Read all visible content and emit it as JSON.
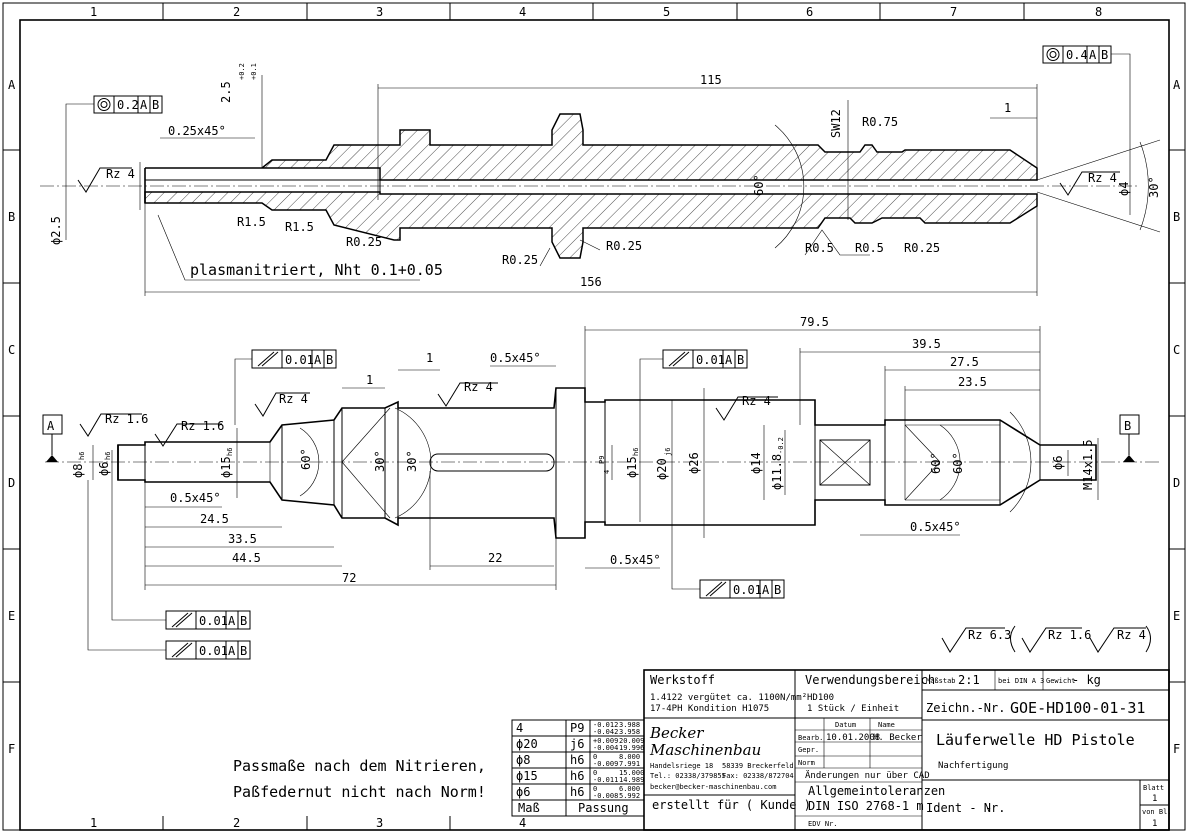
{
  "grid": {
    "cols": [
      "1",
      "2",
      "3",
      "4",
      "5",
      "6",
      "7",
      "8"
    ],
    "rows": [
      "A",
      "B",
      "C",
      "D",
      "E",
      "F"
    ]
  },
  "top_view": {
    "tol_top_right": {
      "symbol": "concentricity-icon",
      "value": "0.4",
      "datum1": "A",
      "datum2": "B"
    },
    "tol_top_left": {
      "symbol": "concentricity-icon",
      "value": "0.2",
      "datum1": "A",
      "datum2": "B"
    },
    "dims": {
      "d115": "115",
      "d1": "1",
      "d156": "156",
      "d25": "ϕ2.5",
      "dchamfer": "0.25x45°",
      "dtol": "2.5",
      "dtol_up": "+0.2",
      "dtol_lo": "+0.1",
      "sw": "SW12",
      "r075": "R0.75",
      "angle60": "60°",
      "angle30": "30°",
      "phi4": "ϕ4",
      "r15a": "R1.5",
      "r15b": "R1.5",
      "r025a": "R0.25",
      "r025b": "R0.25",
      "r025c": "R0.25",
      "r025d": "R0.25",
      "r05a": "R0.5",
      "r05b": "R0.5",
      "rz_left": "Rz 4",
      "rz_right": "Rz 4"
    },
    "note": "plasmanitriert, Nht 0.1+0.05"
  },
  "bottom_view": {
    "datum_a": "A",
    "datum_b": "B",
    "tol_top": {
      "symbol": "runout-icon",
      "value": "0.01",
      "datum1": "A",
      "datum2": "B"
    },
    "tol_mid": {
      "symbol": "runout-icon",
      "value": "0.01",
      "datum1": "A",
      "datum2": "B"
    },
    "tol_low": {
      "symbol": "runout-icon",
      "value": "0.01",
      "datum1": "A",
      "datum2": "B"
    },
    "tol_e1": {
      "symbol": "runout-icon",
      "value": "0.01",
      "datum1": "A",
      "datum2": "B"
    },
    "tol_e2": {
      "symbol": "runout-icon",
      "value": "0.01",
      "datum1": "A",
      "datum2": "B"
    },
    "rz": {
      "r1": "Rz 1.6",
      "r2": "Rz 1.6",
      "r3": "Rz 4",
      "r4": "Rz 4",
      "r5": "Rz 4"
    },
    "dims": {
      "d795": "79.5",
      "d395": "39.5",
      "d275": "27.5",
      "d235": "23.5",
      "d1a": "1",
      "d1b": "1",
      "d05a": "0.5x45°",
      "d05b": "0.5x45°",
      "d05c": "0.5x45°",
      "d05d": "0.5x45°",
      "d245": "24.5",
      "d335": "33.5",
      "d445": "44.5",
      "d72": "72",
      "d22": "22",
      "phi8": "ϕ8",
      "h6a": "h6",
      "phi6": "ϕ6",
      "h6b": "h6",
      "phi15": "ϕ15",
      "h6c": "h6",
      "a60a": "60°",
      "a30a": "30°",
      "a30b": "30°",
      "p9": "P9",
      "p4": "4",
      "phi15b": "ϕ15",
      "h6d": "h6",
      "phi20": "ϕ20",
      "j6": "j6",
      "phi26": "ϕ26",
      "phi14": "ϕ14",
      "phi118": "ϕ11.8",
      "phi118tol": "-0.2",
      "a60b": "60°",
      "a60c": "60°",
      "phi6b": "ϕ6",
      "m14": "M14x1.5"
    }
  },
  "surface_summary": {
    "main": "Rz 6.3",
    "s1": "Rz 1.6",
    "s2": "Rz 4"
  },
  "fit_table": {
    "rows": [
      {
        "size": "4",
        "fit": "P9",
        "dev_up": "-0.012",
        "dev_lo": "-0.042",
        "lim_up": "3.988",
        "lim_lo": "3.958"
      },
      {
        "size": "ϕ20",
        "fit": "j6",
        "dev_up": "+0.009",
        "dev_lo": "-0.004",
        "lim_up": "20.009",
        "lim_lo": "19.996"
      },
      {
        "size": "ϕ8",
        "fit": "h6",
        "dev_up": "0",
        "dev_lo": "-0.009",
        "lim_up": "8.000",
        "lim_lo": "7.991"
      },
      {
        "size": "ϕ15",
        "fit": "h6",
        "dev_up": "0",
        "dev_lo": "-0.011",
        "lim_up": "15.000",
        "lim_lo": "14.989"
      },
      {
        "size": "ϕ6",
        "fit": "h6",
        "dev_up": "0",
        "dev_lo": "-0.008",
        "lim_up": "6.000",
        "lim_lo": "5.992"
      }
    ],
    "head_mass": "Maß",
    "head_fit": "Passung"
  },
  "notes": {
    "line1": "Passmaße nach dem Nitrieren,",
    "line2": "Paßfedernut nicht nach Norm!"
  },
  "title_block": {
    "werkstoff_label": "Werkstoff",
    "werkstoff_1": "1.4122 vergütet ca. 1100N/mm²",
    "werkstoff_2": "17-4PH Kondition H1075",
    "verwendung_label": "Verwendungsbereich",
    "verwendung_1": "HD100",
    "verwendung_2": "1 Stück / Einheit",
    "massstab_label": "Maßstab",
    "massstab": "2:1",
    "beidin_label": "bei DIN A 3",
    "gewicht_label": "Gewicht",
    "gewicht": "- kg",
    "company_1": "Becker",
    "company_2": "Maschinenbau",
    "addr_1": "Handelsriege 18",
    "addr_2": "58339 Breckerfeld",
    "tel": "Tel.: 02338/379855",
    "fax": "Fax: 02338/872704",
    "email": "becker@becker-maschinenbau.com",
    "erstellt": "erstellt für ( Kunde )",
    "datum_label": "Datum",
    "name_label": "Name",
    "bearb_label": "Bearb.",
    "bearb_datum": "10.01.2008",
    "bearb_name": "H. Becker",
    "gepr_label": "Gepr.",
    "norm_label": "Norm",
    "aenderungen": "Änderungen nur über CAD",
    "allg_1": "Allgemeintoleranzen",
    "allg_2": "DIN ISO 2768-1 m",
    "edv_label": "EDV Nr.",
    "zeichn_label": "Zeichn.-Nr.",
    "zeichn_nr": "GOE-HD100-01-31",
    "title": "Läuferwelle HD Pistole",
    "subtitle": "Nachfertigung",
    "ident_label": "Ident - Nr.",
    "ident": "-",
    "blatt_label": "Blatt",
    "blatt": "1",
    "von_label": "von Bl.",
    "von": "1"
  }
}
